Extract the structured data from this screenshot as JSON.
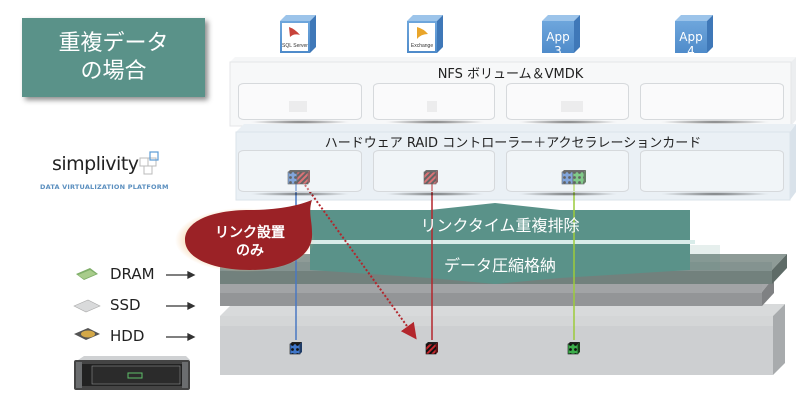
{
  "title_box": {
    "line1": "重複データ",
    "line2": "の場合",
    "color": "#5a9289"
  },
  "apps": [
    {
      "name": "SQL Server",
      "label": "SQL Server",
      "type": "logo"
    },
    {
      "name": "Exchange",
      "label": "Exchange",
      "type": "logo"
    },
    {
      "name": "App 3",
      "label": "App 3",
      "type": "text"
    },
    {
      "name": "App 4",
      "label": "App 4",
      "type": "text"
    }
  ],
  "layers": {
    "nfs": {
      "title": "NFS ボリューム＆VMDK"
    },
    "raid": {
      "title": "ハードウェア RAID コントローラー＋アクセラレーションカード"
    }
  },
  "logo": {
    "name": "simplivity",
    "subtitle": "DATA VIRTUALIZATION PLATFORM"
  },
  "callout": {
    "line1": "リンク設置",
    "line2": "のみ",
    "color": "#9b2226"
  },
  "bands": {
    "dedupe": "リンクタイム重複排除",
    "compress": "データ圧縮格納",
    "color": "#5a9289"
  },
  "storage_tiers": [
    {
      "label": "DRAM",
      "icon": "dram-icon"
    },
    {
      "label": "SSD",
      "icon": "ssd-icon"
    },
    {
      "label": "HDD",
      "icon": "hdd-icon"
    }
  ],
  "colors": {
    "blue_line": "#4a78c2",
    "red_line": "#b3272d",
    "green_line": "#9ccb3b"
  }
}
